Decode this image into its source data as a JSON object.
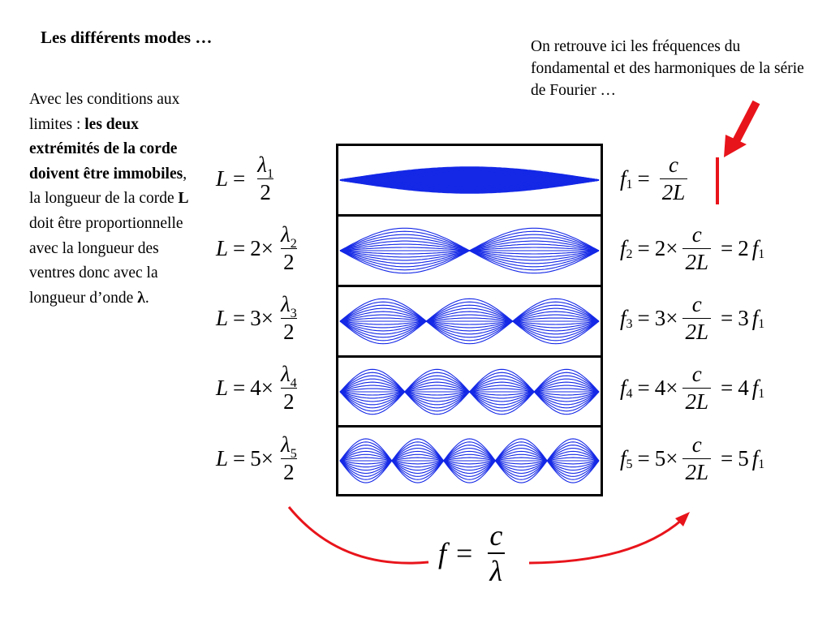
{
  "title": "Les différents modes …",
  "intro": {
    "part1": "Avec les conditions aux limites : ",
    "bold1": "les deux extrémités de la corde doivent être immobiles",
    "part2": ", la longueur de la corde ",
    "bold2": "L",
    "part3": " doit être proportionnelle avec la longueur des ventres donc avec la longueur d’onde ",
    "bold3": "λ",
    "part4": "."
  },
  "note": "On retrouve ici les fréquences du fondamental et des harmoniques de la série de Fourier …",
  "colors": {
    "string": "#1428e6",
    "accent": "#e8141b",
    "text": "#000000"
  },
  "modes": [
    {
      "n": 1,
      "L_lhs": "L",
      "eq": "=",
      "coef": "",
      "times": "",
      "lambda": "λ",
      "lambda_sub": "1",
      "two": "2",
      "f_lhs": "f",
      "f_sub": "1",
      "f_coef": "",
      "f_times": "",
      "c": "c",
      "den": "2L",
      "rhs_coef": "",
      "rhs_f": "",
      "rhs_sub": ""
    },
    {
      "n": 2,
      "L_lhs": "L",
      "eq": "=",
      "coef": "2",
      "times": "×",
      "lambda": "λ",
      "lambda_sub": "2",
      "two": "2",
      "f_lhs": "f",
      "f_sub": "2",
      "f_coef": "2",
      "f_times": "×",
      "c": "c",
      "den": "2L",
      "rhs_coef": "2",
      "rhs_f": "f",
      "rhs_sub": "1"
    },
    {
      "n": 3,
      "L_lhs": "L",
      "eq": "=",
      "coef": "3",
      "times": "×",
      "lambda": "λ",
      "lambda_sub": "3",
      "two": "2",
      "f_lhs": "f",
      "f_sub": "3",
      "f_coef": "3",
      "f_times": "×",
      "c": "c",
      "den": "2L",
      "rhs_coef": "3",
      "rhs_f": "f",
      "rhs_sub": "1"
    },
    {
      "n": 4,
      "L_lhs": "L",
      "eq": "=",
      "coef": "4",
      "times": "×",
      "lambda": "λ",
      "lambda_sub": "4",
      "two": "2",
      "f_lhs": "f",
      "f_sub": "4",
      "f_coef": "4",
      "f_times": "×",
      "c": "c",
      "den": "2L",
      "rhs_coef": "4",
      "rhs_f": "f",
      "rhs_sub": "1"
    },
    {
      "n": 5,
      "L_lhs": "L",
      "eq": "=",
      "coef": "5",
      "times": "×",
      "lambda": "λ",
      "lambda_sub": "5",
      "two": "2",
      "f_lhs": "f",
      "f_sub": "5",
      "f_coef": "5",
      "f_times": "×",
      "c": "c",
      "den": "2L",
      "rhs_coef": "5",
      "rhs_f": "f",
      "rhs_sub": "1"
    }
  ],
  "main_formula": {
    "f": "f",
    "eq": "=",
    "c": "c",
    "lambda": "λ"
  }
}
